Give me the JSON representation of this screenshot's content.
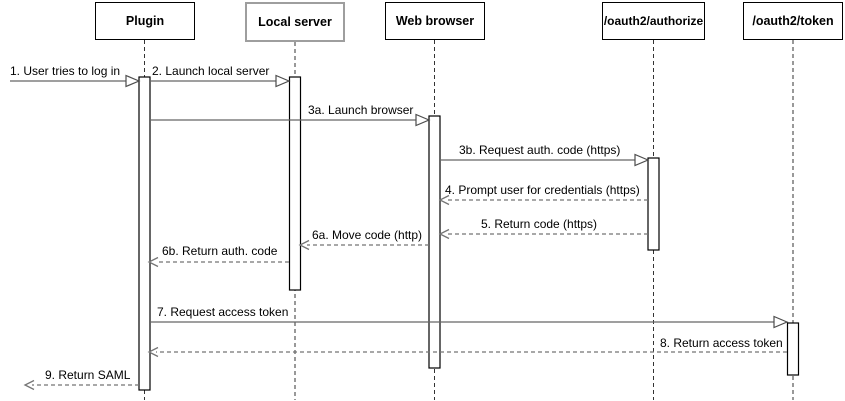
{
  "diagram": {
    "type": "uml-sequence",
    "participants": [
      {
        "id": "plugin",
        "label": "Plugin"
      },
      {
        "id": "local-server",
        "label": "Local server"
      },
      {
        "id": "web-browser",
        "label": "Web browser"
      },
      {
        "id": "oauth2-authorize",
        "label": "/oauth2/authorize"
      },
      {
        "id": "oauth2-token",
        "label": "/oauth2/token"
      }
    ],
    "messages": [
      {
        "seq": "1",
        "label": "1. User tries to log in",
        "from": "user-edge",
        "to": "plugin",
        "style": "solid",
        "arrowhead": "hollow-triangle"
      },
      {
        "seq": "2",
        "label": "2. Launch local server",
        "from": "plugin",
        "to": "local-server",
        "style": "solid",
        "arrowhead": "hollow-triangle"
      },
      {
        "seq": "3a",
        "label": "3a. Launch browser",
        "from": "plugin",
        "to": "web-browser",
        "style": "solid",
        "arrowhead": "hollow-triangle"
      },
      {
        "seq": "3b",
        "label": "3b. Request auth. code (https)",
        "from": "web-browser",
        "to": "oauth2-authorize",
        "style": "solid",
        "arrowhead": "hollow-triangle"
      },
      {
        "seq": "4",
        "label": "4. Prompt user for credentials (https)",
        "from": "oauth2-authorize",
        "to": "web-browser",
        "style": "dashed",
        "arrowhead": "open"
      },
      {
        "seq": "5",
        "label": "5. Return code (https)",
        "from": "oauth2-authorize",
        "to": "web-browser",
        "style": "dashed",
        "arrowhead": "open"
      },
      {
        "seq": "6a",
        "label": "6a. Move code (http)",
        "from": "web-browser",
        "to": "local-server",
        "style": "dashed",
        "arrowhead": "open"
      },
      {
        "seq": "6b",
        "label": "6b. Return auth. code",
        "from": "local-server",
        "to": "plugin",
        "style": "dashed",
        "arrowhead": "open"
      },
      {
        "seq": "7",
        "label": "7. Request access token",
        "from": "plugin",
        "to": "oauth2-token",
        "style": "solid",
        "arrowhead": "hollow-triangle"
      },
      {
        "seq": "8",
        "label": "8. Return access token",
        "from": "oauth2-token",
        "to": "plugin",
        "style": "dashed",
        "arrowhead": "open"
      },
      {
        "seq": "9",
        "label": "9. Return SAML",
        "from": "plugin",
        "to": "user-edge",
        "style": "dashed",
        "arrowhead": "open"
      }
    ],
    "colors": {
      "background": "#ffffff",
      "text": "#000000",
      "box_border": "#000000",
      "local_server_border": "#9e9e9e",
      "lifeline": "#333333",
      "solid_line": "#666666",
      "dashed_line": "#757575",
      "activation_fill": "#ffffff",
      "activation_border": "#000000"
    }
  }
}
